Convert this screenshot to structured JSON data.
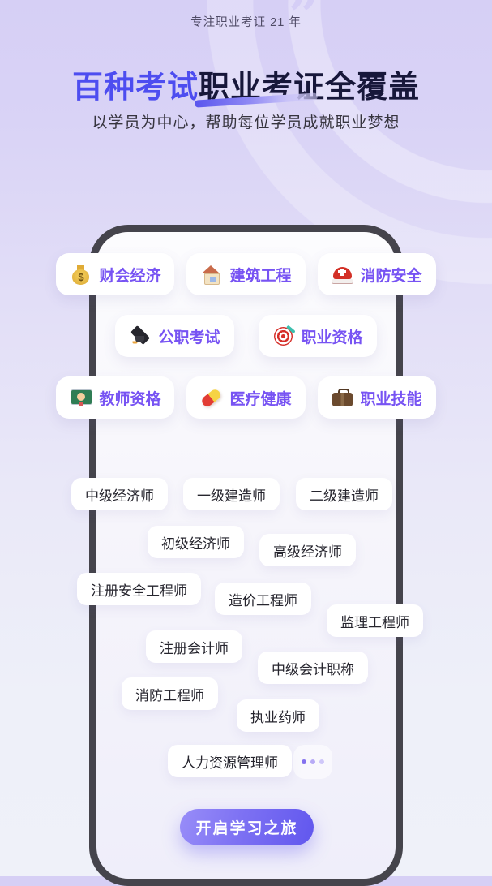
{
  "header": {
    "tagline": "专注职业考证 21 年",
    "quote_icon": "closing-double-quote-icon"
  },
  "hero": {
    "title_highlight": "百种考试",
    "title_rest": "职业考证全覆盖",
    "subtitle": "以学员为中心，帮助每位学员成就职业梦想"
  },
  "colors": {
    "accent_blue": "#4d4df0",
    "title_dark": "#17173a",
    "category_text": "#7753f3",
    "tag_text": "#26252e",
    "phone_frame": "#45444c",
    "cta_gradient_start": "#988df8",
    "cta_gradient_end": "#6157ee",
    "page_bg_top": "#d6cff5",
    "page_bg_bottom": "#eff1f9"
  },
  "categories": [
    {
      "label": "财会经济",
      "icon": "money-bag-icon"
    },
    {
      "label": "建筑工程",
      "icon": "house-icon"
    },
    {
      "label": "消防安全",
      "icon": "rescue-helmet-icon"
    },
    {
      "label": "公职考试",
      "icon": "graduation-cap-icon"
    },
    {
      "label": "职业资格",
      "icon": "dart-target-icon"
    },
    {
      "label": "教师资格",
      "icon": "teacher-icon"
    },
    {
      "label": "医疗健康",
      "icon": "pill-icon"
    },
    {
      "label": "职业技能",
      "icon": "briefcase-icon"
    }
  ],
  "tags": [
    {
      "label": "中级经济师"
    },
    {
      "label": "一级建造师"
    },
    {
      "label": "二级建造师"
    },
    {
      "label": "初级经济师"
    },
    {
      "label": "高级经济师"
    },
    {
      "label": "注册安全工程师"
    },
    {
      "label": "造价工程师"
    },
    {
      "label": "监理工程师"
    },
    {
      "label": "注册会计师"
    },
    {
      "label": "中级会计职称"
    },
    {
      "label": "消防工程师"
    },
    {
      "label": "执业药师"
    },
    {
      "label": "人力资源管理师"
    }
  ],
  "more": {
    "label": "···",
    "icon": "ellipsis-dots-icon"
  },
  "cta": {
    "label": "开启学习之旅"
  }
}
